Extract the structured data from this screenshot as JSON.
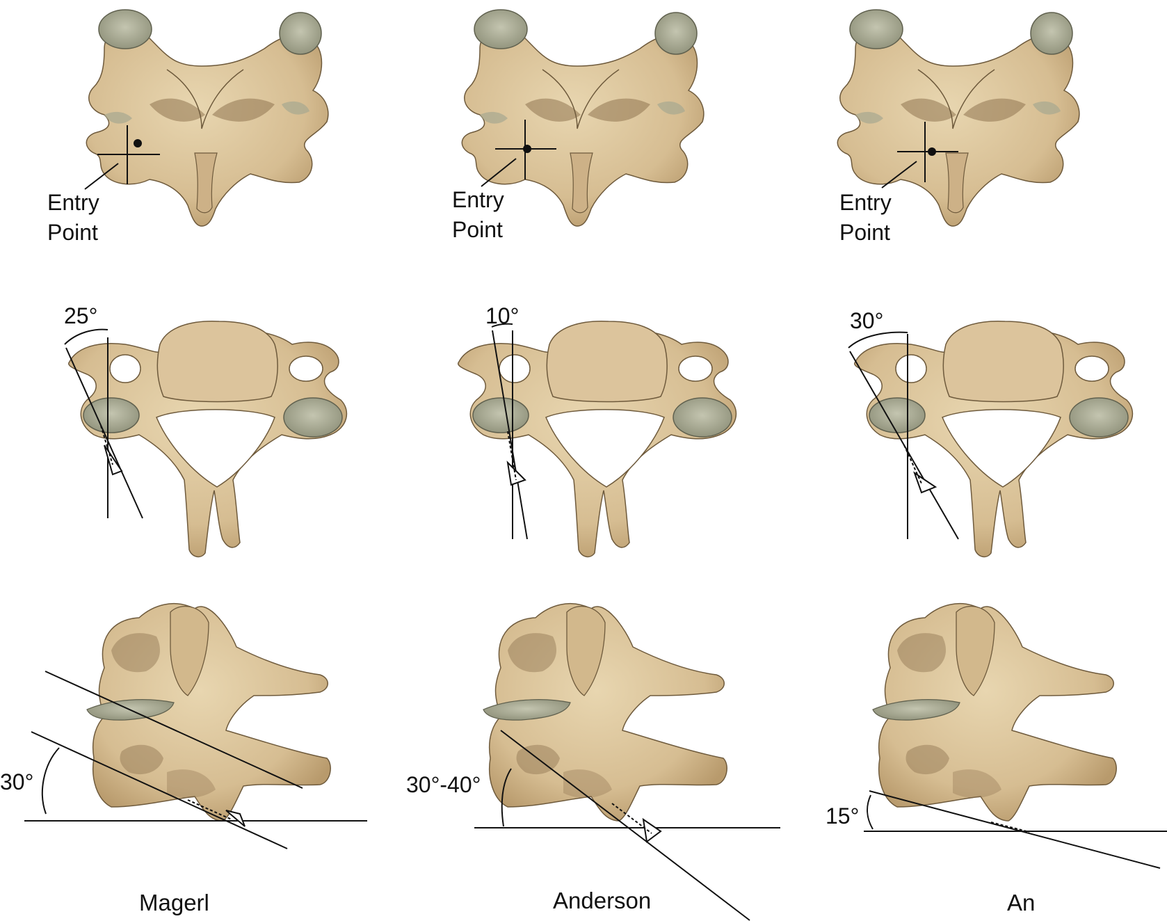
{
  "colors": {
    "bone": "#d9c29a",
    "bone_shade": "#b89a6c",
    "bone_dark": "#8f7450",
    "cartilage": "#a6a890",
    "cartilage_light": "#c9c9b8",
    "line": "#111111"
  },
  "columns": [
    {
      "method": "Magerl",
      "entry_line1": "Entry",
      "entry_line2": "Point",
      "axial_angle": "25°",
      "lateral_angle": "30°"
    },
    {
      "method": "Anderson",
      "entry_line1": "Entry",
      "entry_line2": "Point",
      "axial_angle": "10°",
      "lateral_angle": "30°-40°"
    },
    {
      "method": "An",
      "entry_line1": "Entry",
      "entry_line2": "Point",
      "axial_angle": "30°",
      "lateral_angle": "15°"
    }
  ]
}
